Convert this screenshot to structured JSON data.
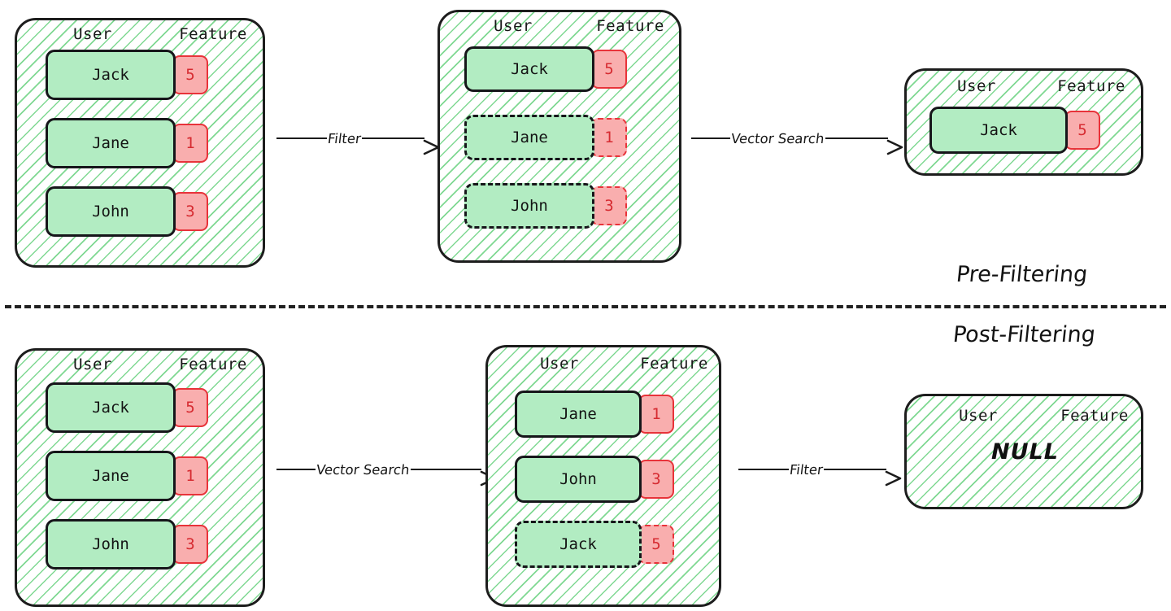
{
  "diagram": {
    "title_labels": {
      "pre": "Pre-Filtering",
      "post": "Post-Filtering"
    },
    "column_headers": {
      "user": "User",
      "feature": "Feature"
    },
    "null_label": "NULL",
    "colors": {
      "pill_fill": "#b2ecc2",
      "pill_border": "#16161a",
      "badge_fill": "#f9aeae",
      "badge_border": "#e8333a",
      "badge_text": "#d62b31",
      "hatch": "#78d68c",
      "stroke": "#1d1d1d"
    }
  },
  "pre_filtering": {
    "label": "Pre-Filtering",
    "stage1": {
      "header_user": "User",
      "header_feature": "Feature",
      "rows": [
        {
          "user": "Jack",
          "feature": "5",
          "state": "solid"
        },
        {
          "user": "Jane",
          "feature": "1",
          "state": "solid"
        },
        {
          "user": "John",
          "feature": "3",
          "state": "solid"
        }
      ]
    },
    "arrow1": {
      "label": "Filter"
    },
    "stage2": {
      "header_user": "User",
      "header_feature": "Feature",
      "rows": [
        {
          "user": "Jack",
          "feature": "5",
          "state": "solid"
        },
        {
          "user": "Jane",
          "feature": "1",
          "state": "dashed"
        },
        {
          "user": "John",
          "feature": "3",
          "state": "dashed"
        }
      ]
    },
    "arrow2": {
      "label": "Vector Search"
    },
    "stage3": {
      "header_user": "User",
      "header_feature": "Feature",
      "rows": [
        {
          "user": "Jack",
          "feature": "5",
          "state": "solid"
        }
      ]
    }
  },
  "post_filtering": {
    "label": "Post-Filtering",
    "stage1": {
      "header_user": "User",
      "header_feature": "Feature",
      "rows": [
        {
          "user": "Jack",
          "feature": "5",
          "state": "solid"
        },
        {
          "user": "Jane",
          "feature": "1",
          "state": "solid"
        },
        {
          "user": "John",
          "feature": "3",
          "state": "solid"
        }
      ]
    },
    "arrow1": {
      "label": "Vector Search"
    },
    "stage2": {
      "header_user": "User",
      "header_feature": "Feature",
      "rows": [
        {
          "user": "Jane",
          "feature": "1",
          "state": "solid"
        },
        {
          "user": "John",
          "feature": "3",
          "state": "solid"
        },
        {
          "user": "Jack",
          "feature": "5",
          "state": "dashed"
        }
      ]
    },
    "arrow2": {
      "label": "Filter"
    },
    "stage3": {
      "header_user": "User",
      "header_feature": "Feature",
      "null_value": "NULL"
    }
  }
}
